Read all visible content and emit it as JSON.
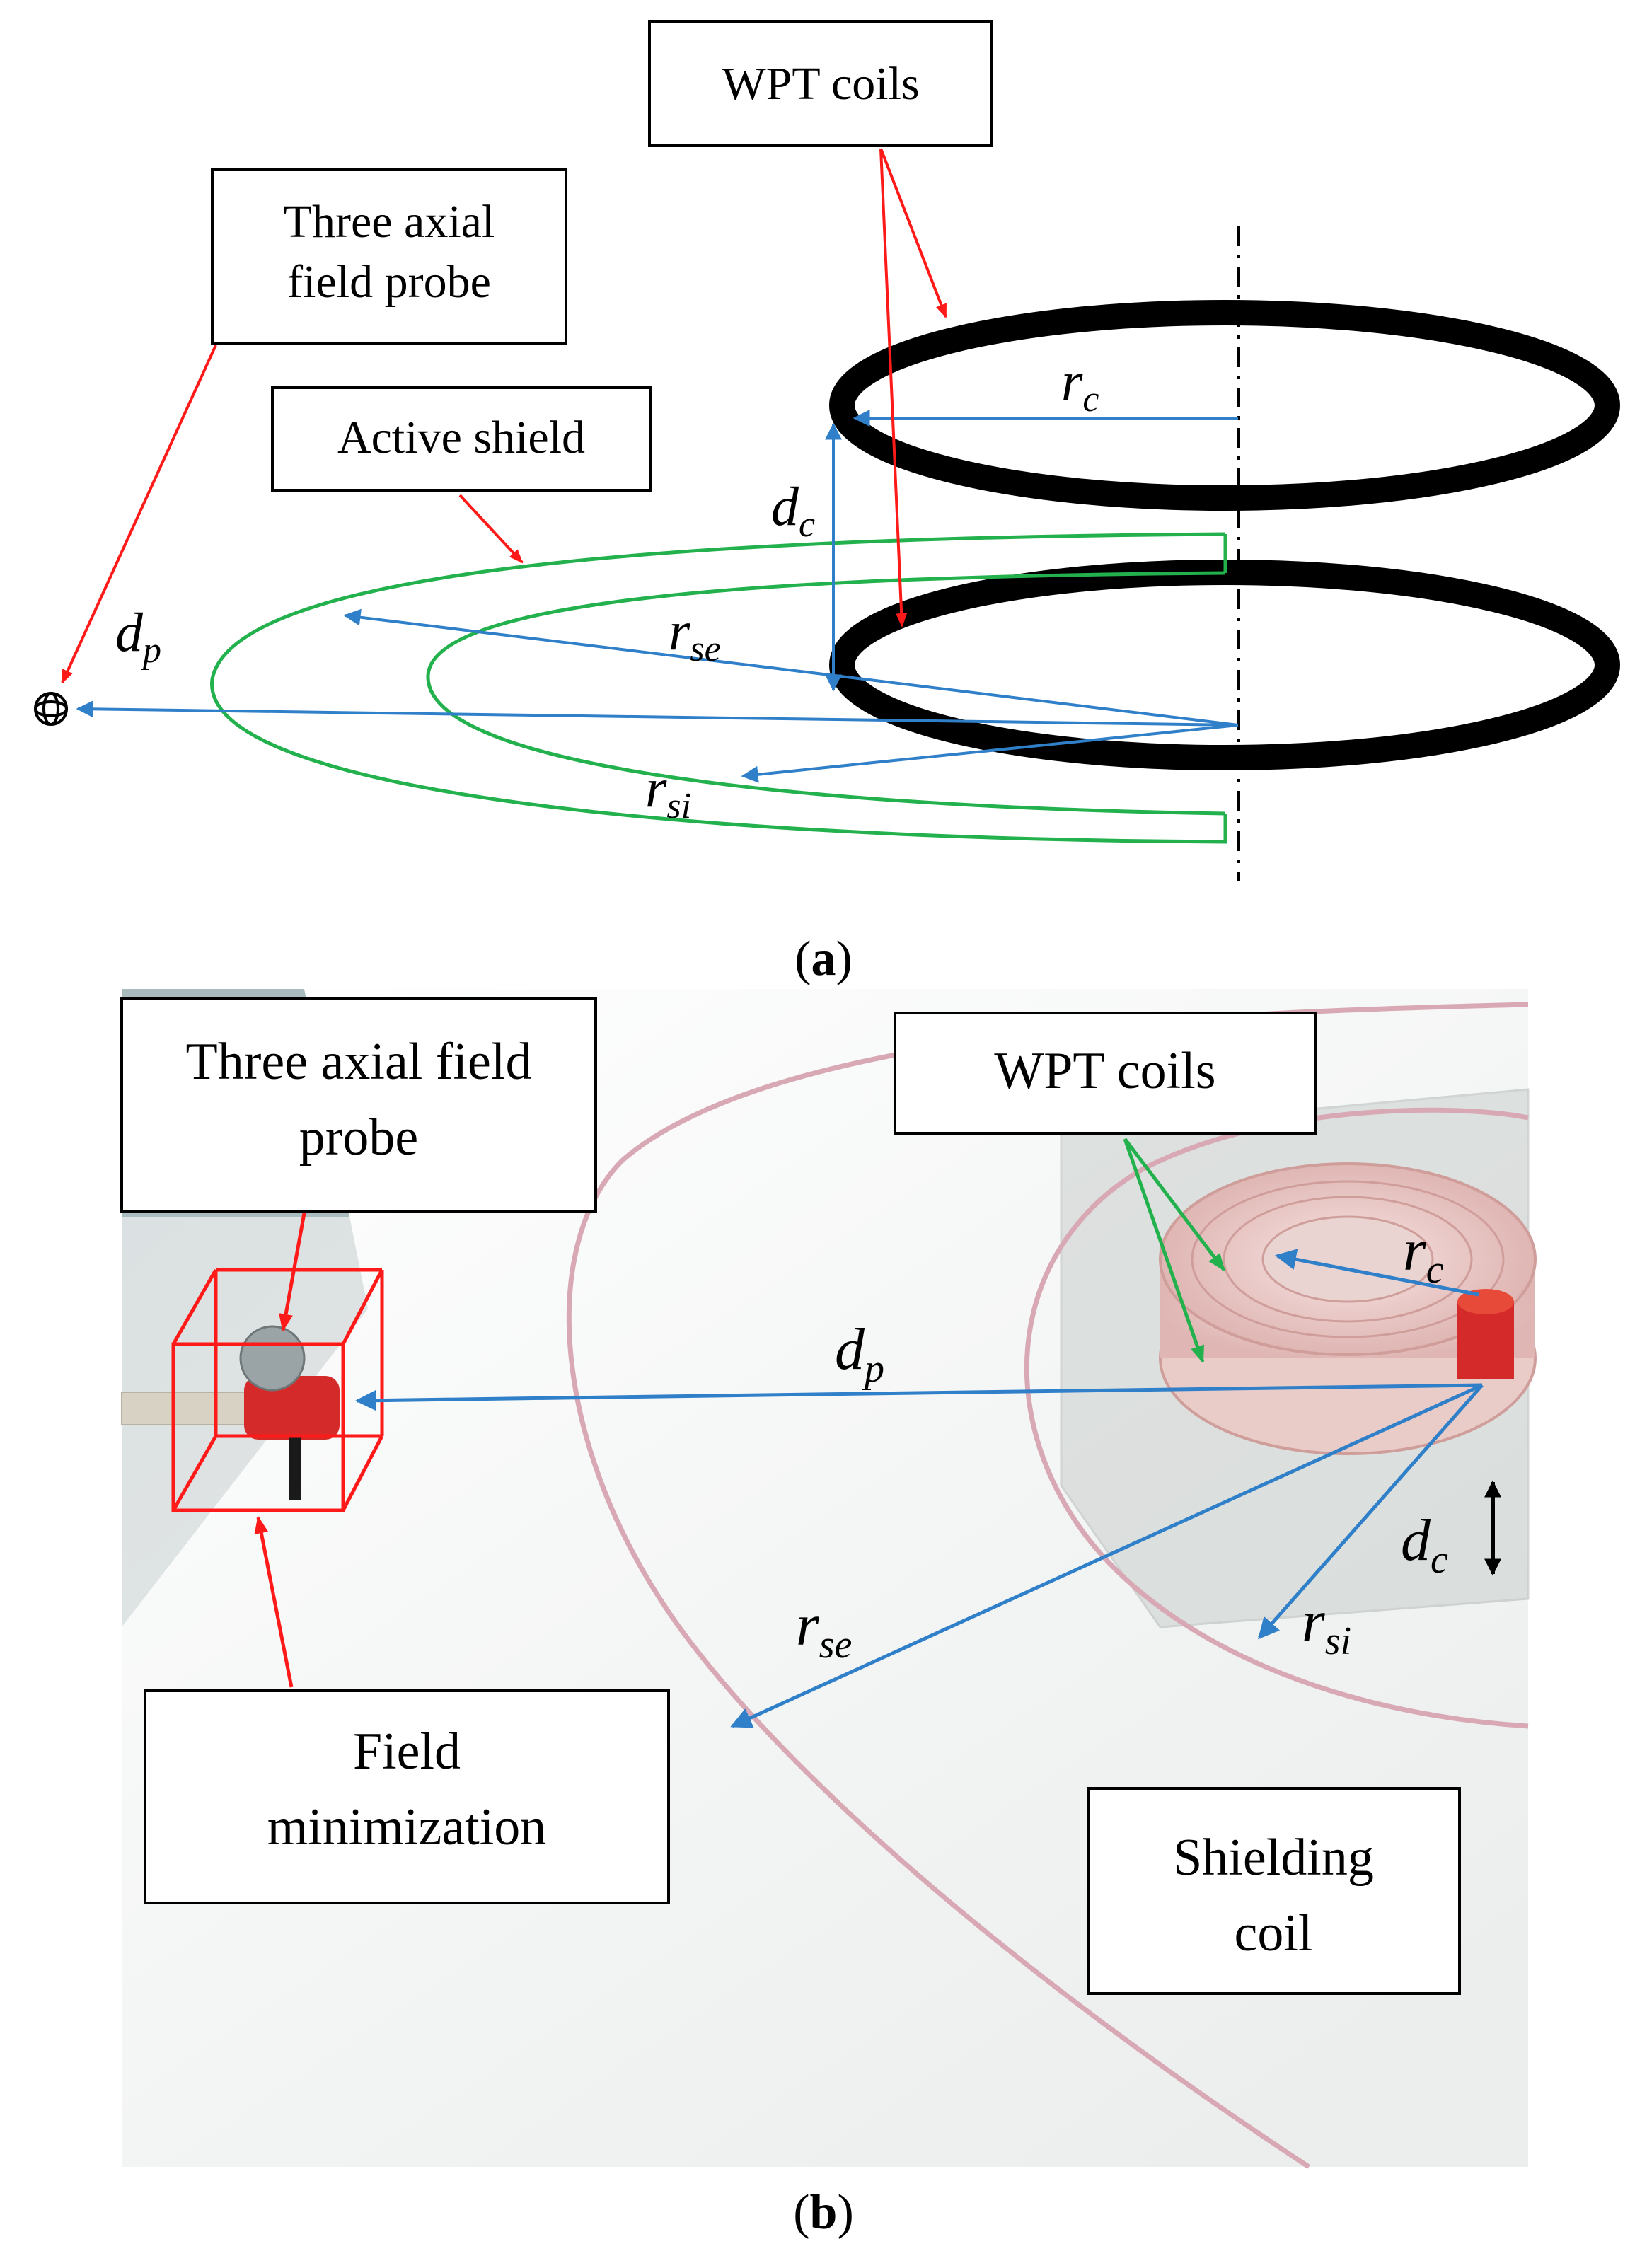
{
  "panel_a": {
    "caption_open": "(",
    "caption_letter": "a",
    "caption_close": ")",
    "wpt_coils_label": "WPT coils",
    "probe_label_line1": "Three axial",
    "probe_label_line2": "field probe",
    "active_shield_label": "Active shield",
    "sym": {
      "r_c": {
        "base": "r",
        "sub": "c"
      },
      "d_c": {
        "base": "d",
        "sub": "c"
      },
      "d_p": {
        "base": "d",
        "sub": "p"
      },
      "r_se": {
        "base": "r",
        "sub": "se"
      },
      "r_si": {
        "base": "r",
        "sub": "si"
      }
    }
  },
  "panel_b": {
    "caption_open": "(",
    "caption_letter": "b",
    "caption_close": ")",
    "probe_label_line1": "Three axial field",
    "probe_label_line2": "probe",
    "wpt_coils_label": "WPT coils",
    "field_min_line1": "Field",
    "field_min_line2": "minimization",
    "shield_coil_line1": "Shielding",
    "shield_coil_line2": "coil",
    "sym": {
      "r_c": {
        "base": "r",
        "sub": "c"
      },
      "d_p": {
        "base": "d",
        "sub": "p"
      },
      "d_c": {
        "base": "d",
        "sub": "c"
      },
      "r_se": {
        "base": "r",
        "sub": "se"
      },
      "r_si": {
        "base": "r",
        "sub": "si"
      }
    }
  },
  "colors": {
    "blue_arrow": "#2f7fc9",
    "red_arrow": "#ff1a1a",
    "green_shield": "#22b14c",
    "green_arrow": "#22b14c",
    "coil_black": "#000000",
    "photo_wire": "#d8a9b4",
    "probe_red": "#d42a2a"
  }
}
